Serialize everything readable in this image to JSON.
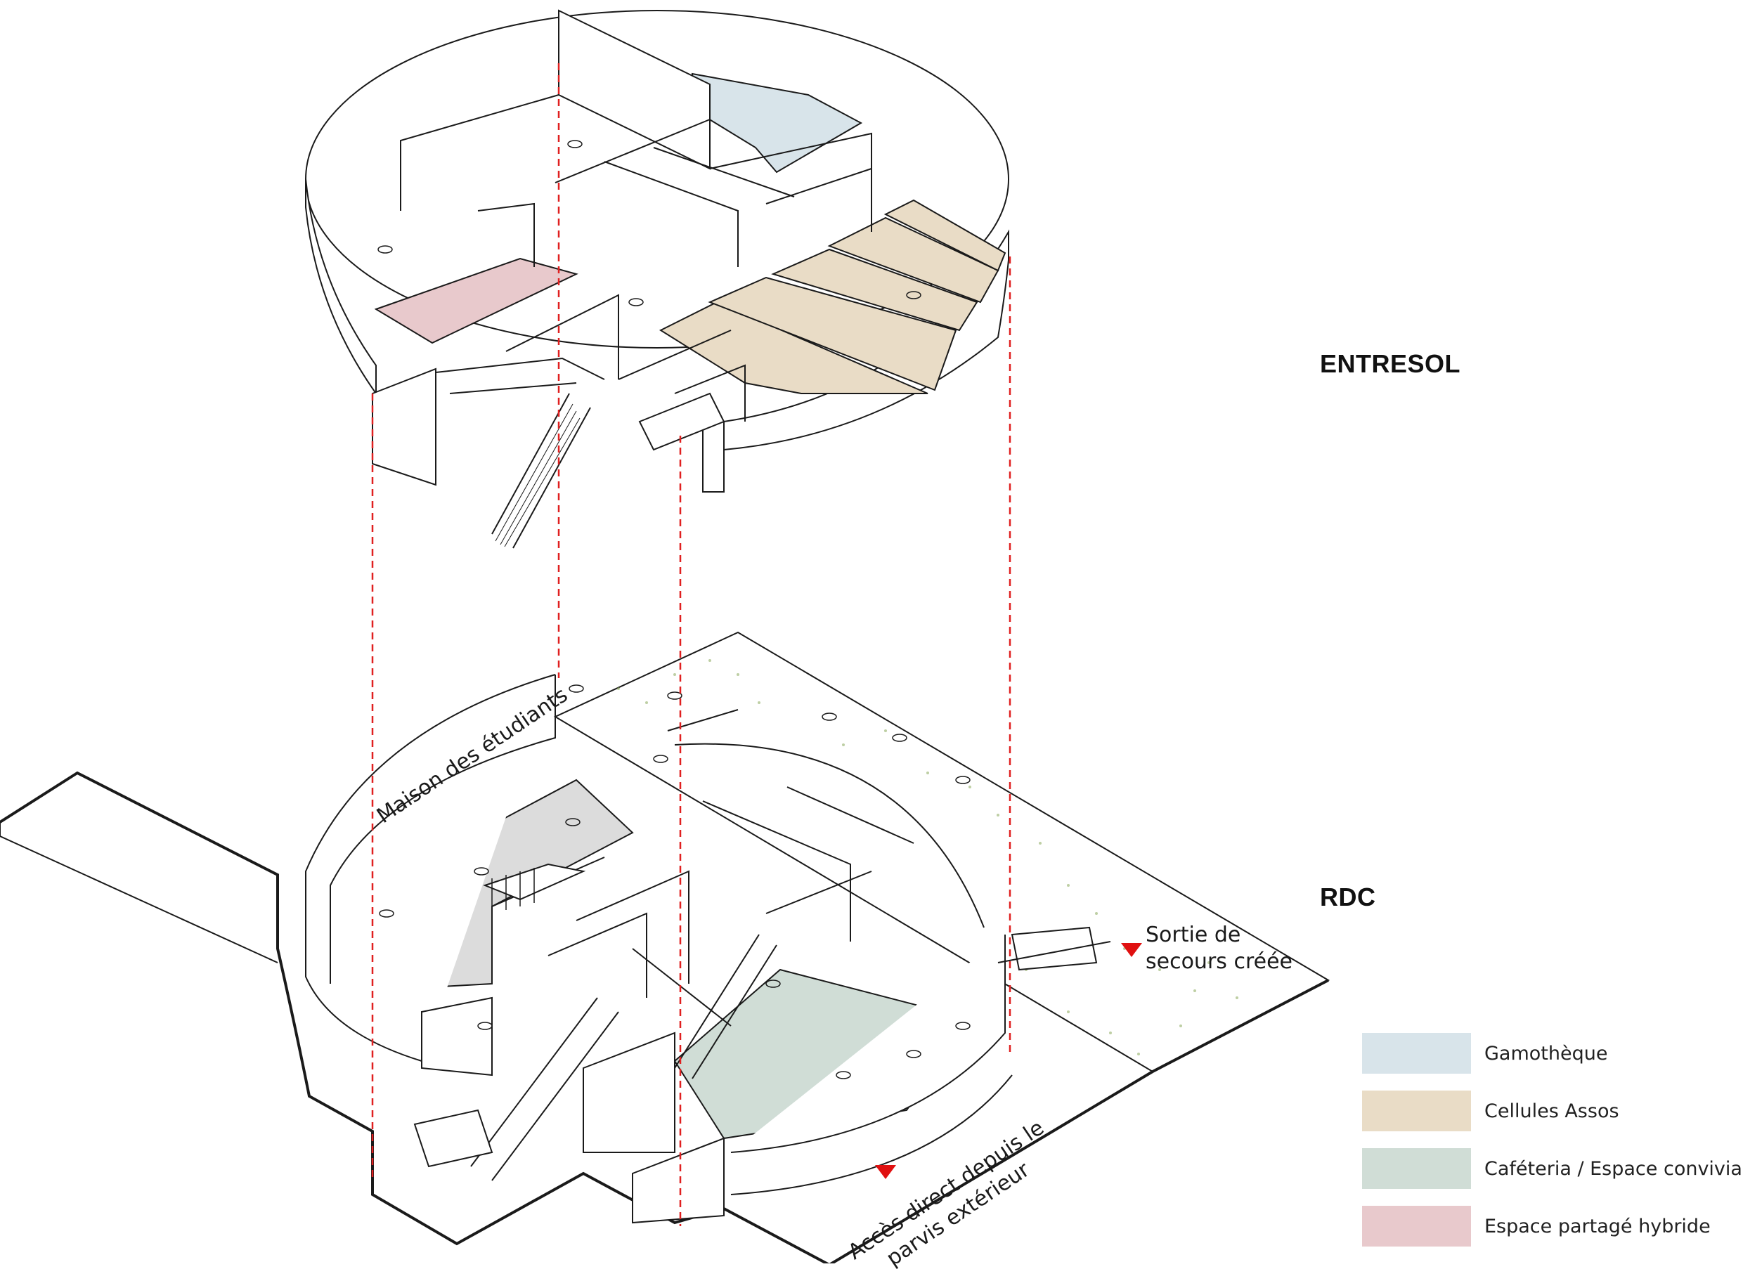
{
  "levels": {
    "upper": "ENTRESOL",
    "lower": "RDC"
  },
  "annotations": {
    "maison": "Maison des étudiants",
    "sortie_line1": "Sortie de",
    "sortie_line2": "secours créée",
    "acces_line1": "Accès direct depuis le",
    "acces_line2": "parvis extérieur"
  },
  "legend": [
    {
      "label": "Gamothèque",
      "color": "#d8e4ea"
    },
    {
      "label": "Cellules Assos",
      "color": "#e9dcc6"
    },
    {
      "label": "Caféteria / Espace convivial",
      "color": "#d0ddd6"
    },
    {
      "label": "Espace partagé hybride",
      "color": "#e8c9cc"
    }
  ],
  "colors": {
    "line": "#1a1a1a",
    "guide": "#e02020",
    "marker": "#e01010",
    "maison_floor": "#dcdcdc",
    "vegetation": "#8aa85a"
  }
}
